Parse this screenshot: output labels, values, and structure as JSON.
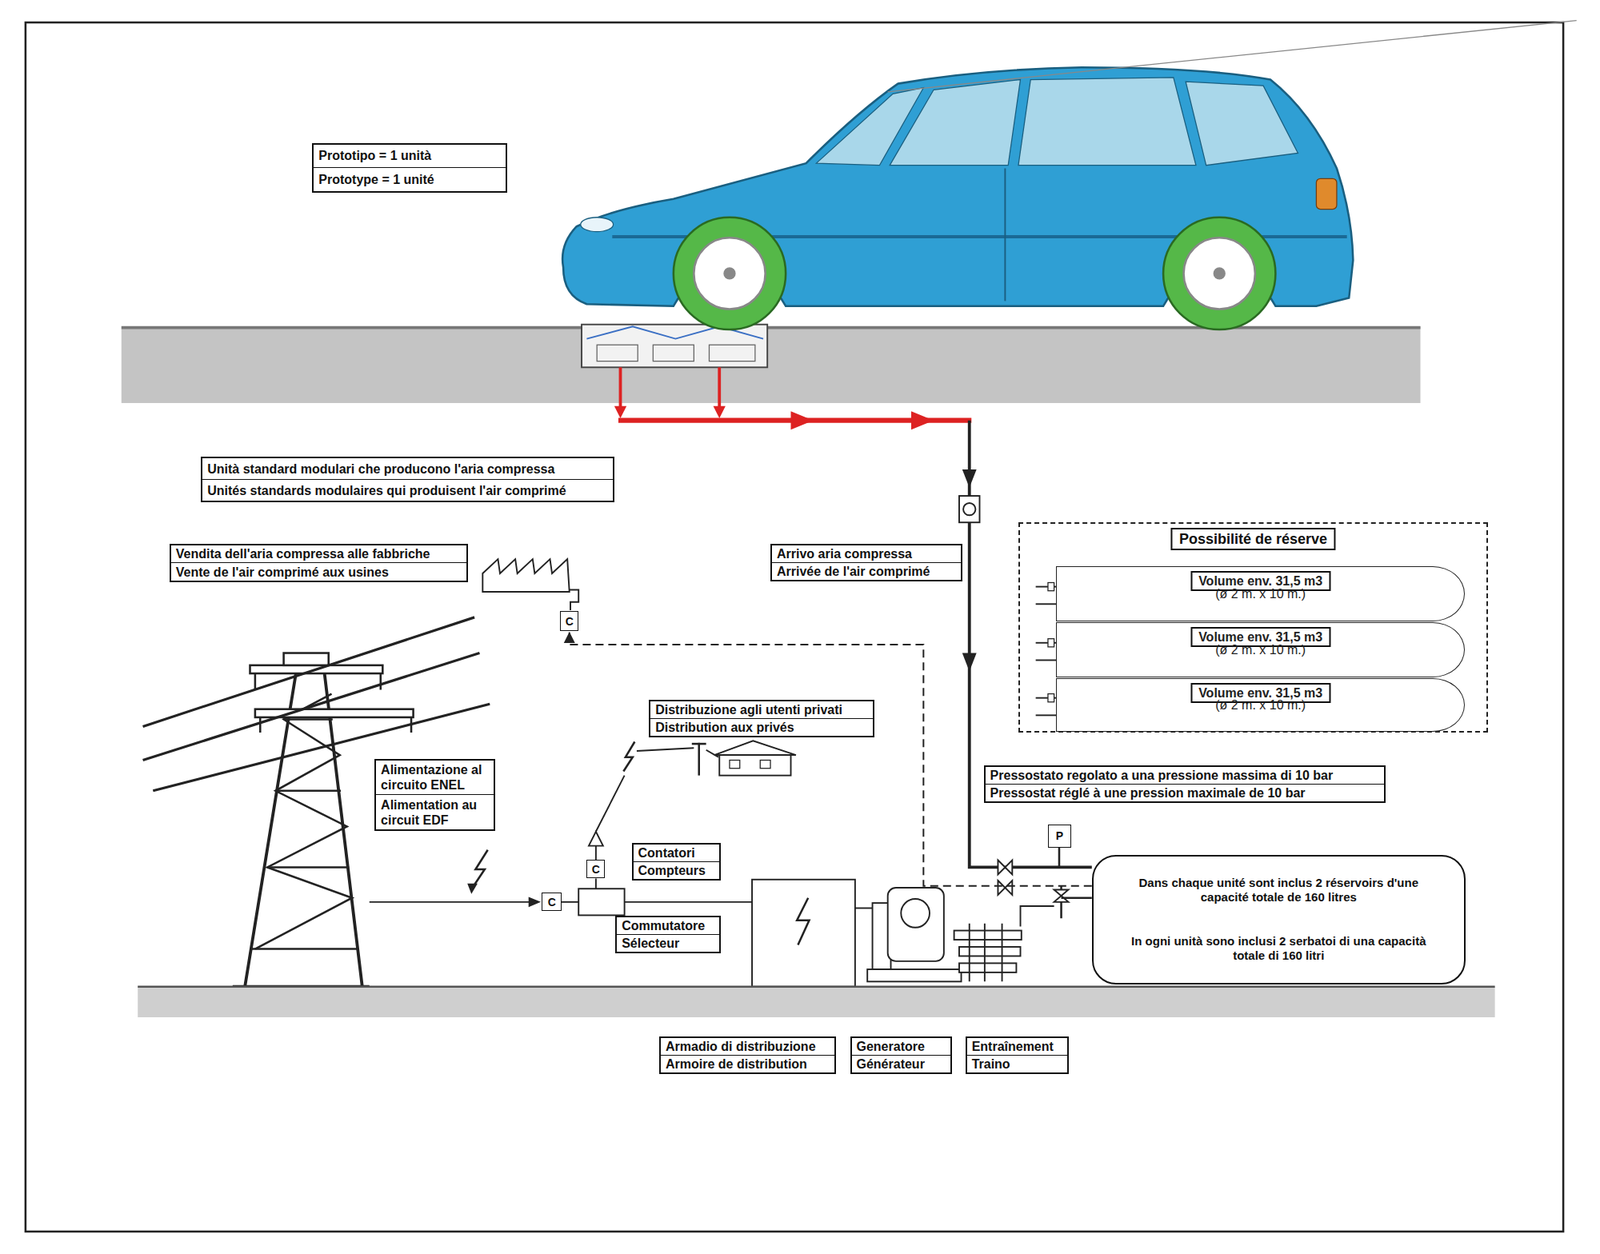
{
  "diagram": {
    "nodes": [
      {
        "text": [
          "Prototipo = 1 unità",
          "Prototype = 1 unité"
        ]
      },
      {
        "text": [
          "Unità standard modulari che producono l'aria compressa",
          "Unités standards modulaires qui produisent l'air comprimé"
        ]
      },
      {
        "text": [
          "Possibilité de réserve"
        ]
      },
      {
        "text": [
          "Volume env. 31,5 m3",
          "(ø 2 m. x 10 m.)"
        ],
        "in": 2
      },
      {
        "text": [
          "Volume env. 31,5 m3",
          "(ø 2 m. x 10 m.)"
        ],
        "in": 2
      },
      {
        "text": [
          "Volume env. 31,5 m3",
          "(ø 2 m. x 10 m.)"
        ],
        "in": 2
      },
      {
        "text": [
          "Vendita dell'aria compressa alle fabbriche",
          "Vente de l'air comprimé aux usines"
        ]
      },
      {
        "text": [
          "Arrivo aria compressa",
          "Arrivée de l'air comprimé"
        ]
      },
      {
        "text": [
          "C"
        ]
      },
      {
        "text": [
          "Distribuzione agli utenti privati",
          "Distribution aux privés"
        ]
      },
      {
        "text": [
          "Alimentazione al circuito ENEL",
          "Alimentation au circuit EDF"
        ]
      },
      {
        "text": [
          "Pressostato regolato a una pressione massima di 10 bar",
          "Pressostat réglé à une pression maximale de 10 bar"
        ]
      },
      {
        "text": [
          "P"
        ]
      },
      {
        "text": [
          "Contatori",
          "Compteurs"
        ]
      },
      {
        "text": [
          "Dans chaque unité sont inclus 2 réservoirs d'une capacité totale de 160 litres",
          "In ogni unità sono inclusi 2 serbatoi di una capacità totale di 160 litri"
        ]
      },
      {
        "text": [
          "C"
        ]
      },
      {
        "text": [
          "C"
        ]
      },
      {
        "text": [
          "Commutatore",
          "Sélecteur"
        ]
      },
      {
        "text": [
          "Armadio di distribuzione",
          "Armoire de distribution"
        ]
      },
      {
        "text": [
          "Generatore",
          "Générateur"
        ]
      },
      {
        "text": [
          "Entraînement",
          "Traino"
        ]
      }
    ],
    "edges": [
      {
        "from": 14,
        "to": 8,
        "arrow": "to"
      }
    ]
  }
}
